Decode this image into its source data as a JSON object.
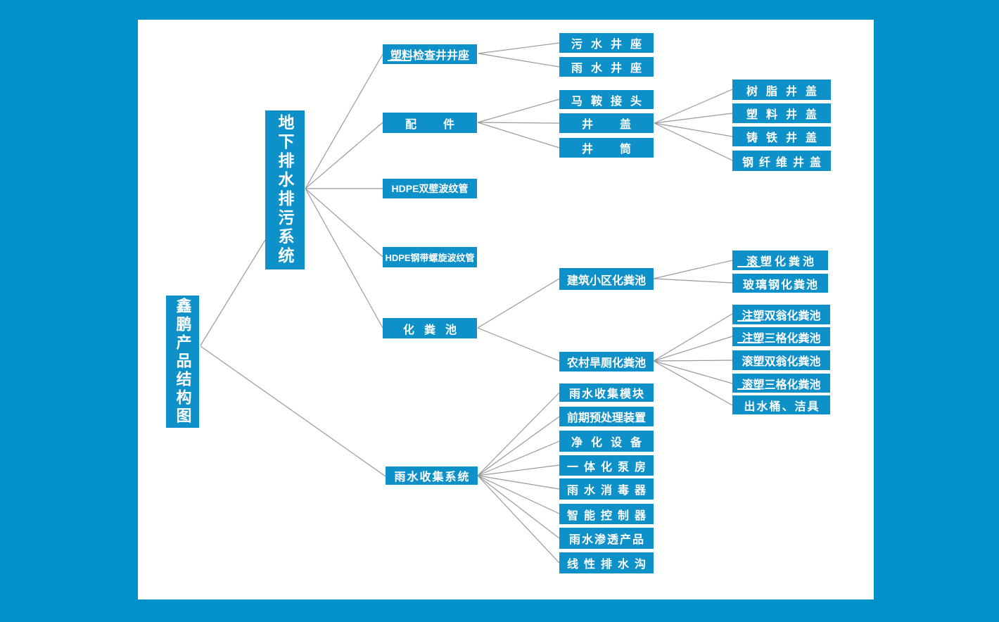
{
  "diagram": {
    "title": "鑫鹏产品结构图",
    "colors": {
      "page_background": "#0090ca",
      "panel_background": "#ffffff",
      "node_fill": "#0e90c9",
      "node_text": "#ffffff",
      "connector": "#9a9a9a"
    },
    "nodes": {
      "root": {
        "label": "鑫鹏产品结构图"
      },
      "underground_system": {
        "label": "地下排水排污系统"
      },
      "plastic_inspection_well_base": {
        "label": "塑料检查井井座"
      },
      "sewage_well_base": {
        "label": "污水井座"
      },
      "rain_well_base": {
        "label": "雨水井座"
      },
      "fittings": {
        "label": "配件"
      },
      "saddle_joint": {
        "label": "马鞍接头"
      },
      "well_cover": {
        "label": "井盖"
      },
      "well_shaft": {
        "label": "井筒"
      },
      "resin_cover": {
        "label": "树脂井盖"
      },
      "plastic_cover": {
        "label": "塑料井盖"
      },
      "cast_iron_cover": {
        "label": "铸铁井盖"
      },
      "steel_fiber_cover": {
        "label": "钢纤维井盖"
      },
      "hdpe_double_wall": {
        "label": "HDPE双壁波纹管"
      },
      "hdpe_steel_belt": {
        "label": "HDPE钢带螺旋波纹管"
      },
      "septic_tank": {
        "label": "化粪池"
      },
      "community_septic": {
        "label": "建筑小区化粪池"
      },
      "roto_septic": {
        "label": "滚塑化粪池"
      },
      "frp_septic": {
        "label": "玻璃钢化粪池"
      },
      "rural_septic": {
        "label": "农村旱厕化粪池"
      },
      "inj_double_urn": {
        "label": "注塑双翁化粪池"
      },
      "inj_three_grid": {
        "label": "注塑三格化粪池"
      },
      "roto_double_urn": {
        "label": "滚塑双翁化粪池"
      },
      "roto_three_grid": {
        "label": "滚塑三格化粪池"
      },
      "outlet_bucket": {
        "label": "出水桶、洁具"
      },
      "rainwater_system": {
        "label": "雨水收集系统"
      },
      "rain_module": {
        "label": "雨水收集模块"
      },
      "pretreatment": {
        "label": "前期预处理装置"
      },
      "purification": {
        "label": "净化设备"
      },
      "pump_house": {
        "label": "一体化泵房"
      },
      "disinfector": {
        "label": "雨水消毒器"
      },
      "controller": {
        "label": "智能控制器"
      },
      "infiltration": {
        "label": "雨水渗透产品"
      },
      "linear_drain": {
        "label": "线性排水沟"
      }
    },
    "hierarchy": {
      "root": [
        "underground_system",
        "rainwater_system"
      ],
      "underground_system": [
        "plastic_inspection_well_base",
        "fittings",
        "hdpe_double_wall",
        "hdpe_steel_belt",
        "septic_tank"
      ],
      "plastic_inspection_well_base": [
        "sewage_well_base",
        "rain_well_base"
      ],
      "fittings": [
        "saddle_joint",
        "well_cover",
        "well_shaft"
      ],
      "well_cover": [
        "resin_cover",
        "plastic_cover",
        "cast_iron_cover",
        "steel_fiber_cover"
      ],
      "septic_tank": [
        "community_septic",
        "rural_septic"
      ],
      "community_septic": [
        "roto_septic",
        "frp_septic"
      ],
      "rural_septic": [
        "inj_double_urn",
        "inj_three_grid",
        "roto_double_urn",
        "roto_three_grid",
        "outlet_bucket"
      ],
      "rainwater_system": [
        "rain_module",
        "pretreatment",
        "purification",
        "pump_house",
        "disinfector",
        "controller",
        "infiltration",
        "linear_drain"
      ]
    }
  }
}
